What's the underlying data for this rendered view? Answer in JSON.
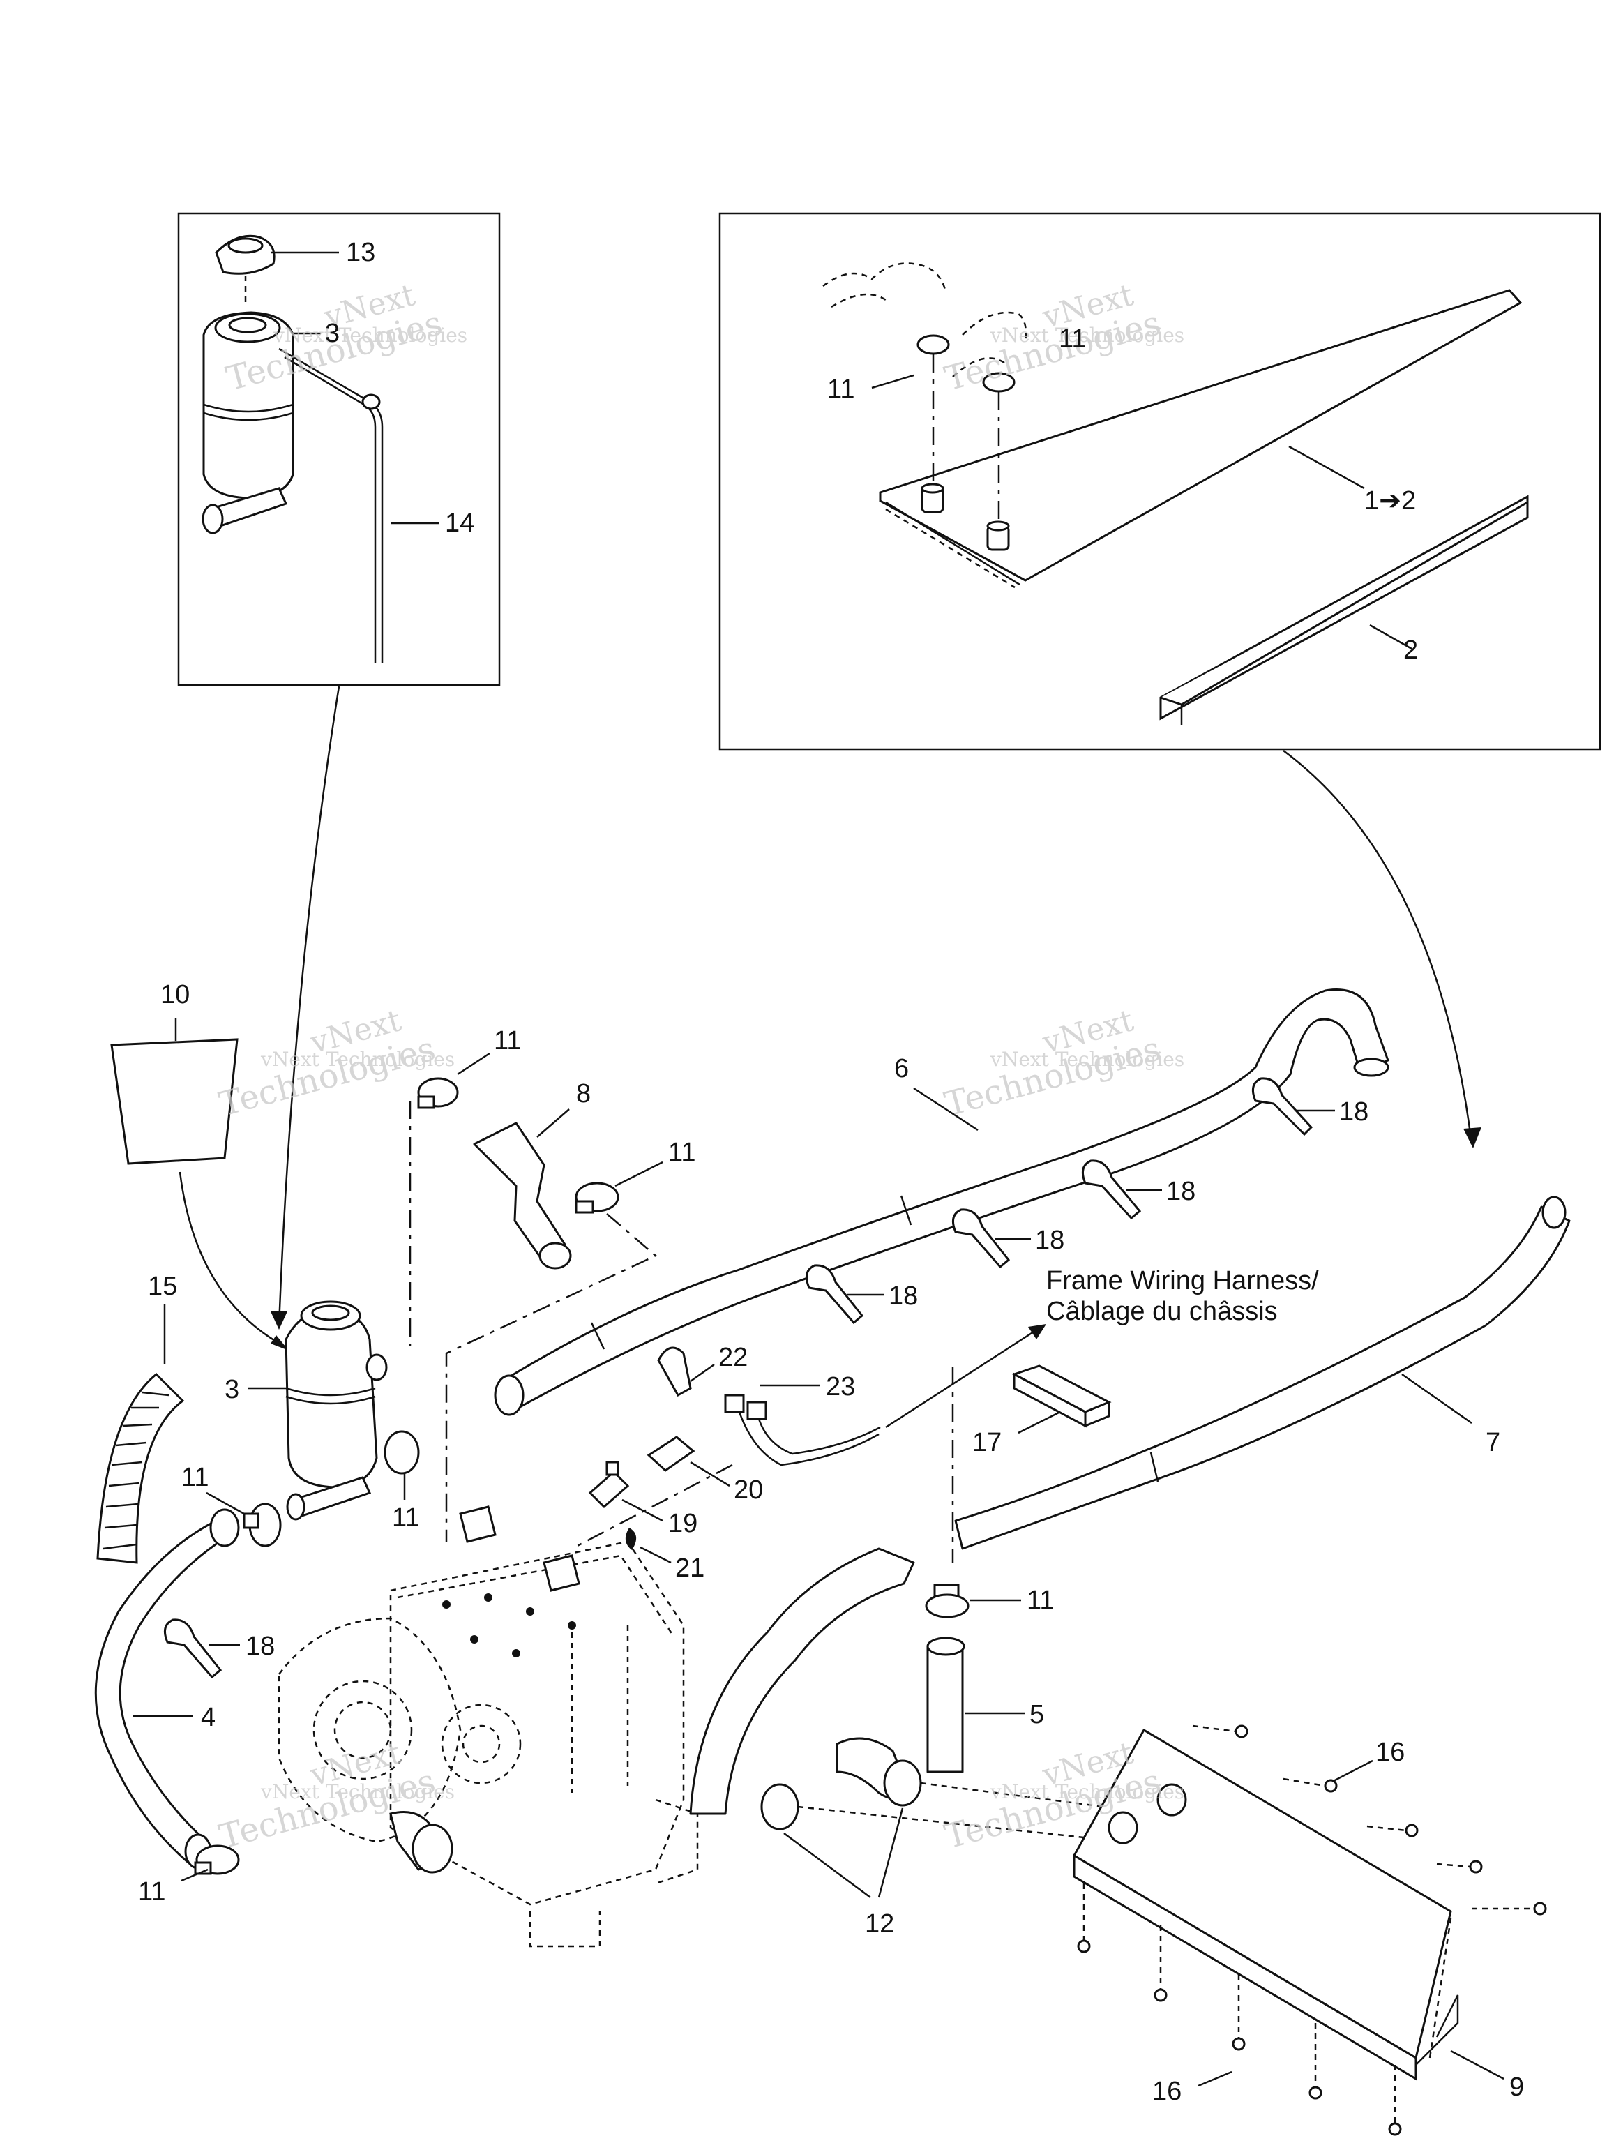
{
  "callouts": [
    "1➔2",
    "2",
    "3",
    "4",
    "5",
    "6",
    "7",
    "8",
    "9",
    "10",
    "11",
    "12",
    "13",
    "14",
    "15",
    "16",
    "17",
    "18",
    "19",
    "20",
    "21",
    "22",
    "23"
  ],
  "harness_label": {
    "line1": "Frame Wiring Harness/",
    "line2": "Câblage du châssis"
  },
  "watermark": {
    "line1": "vNext Technologies",
    "line2": "vNext",
    "line3": "Technologies"
  }
}
